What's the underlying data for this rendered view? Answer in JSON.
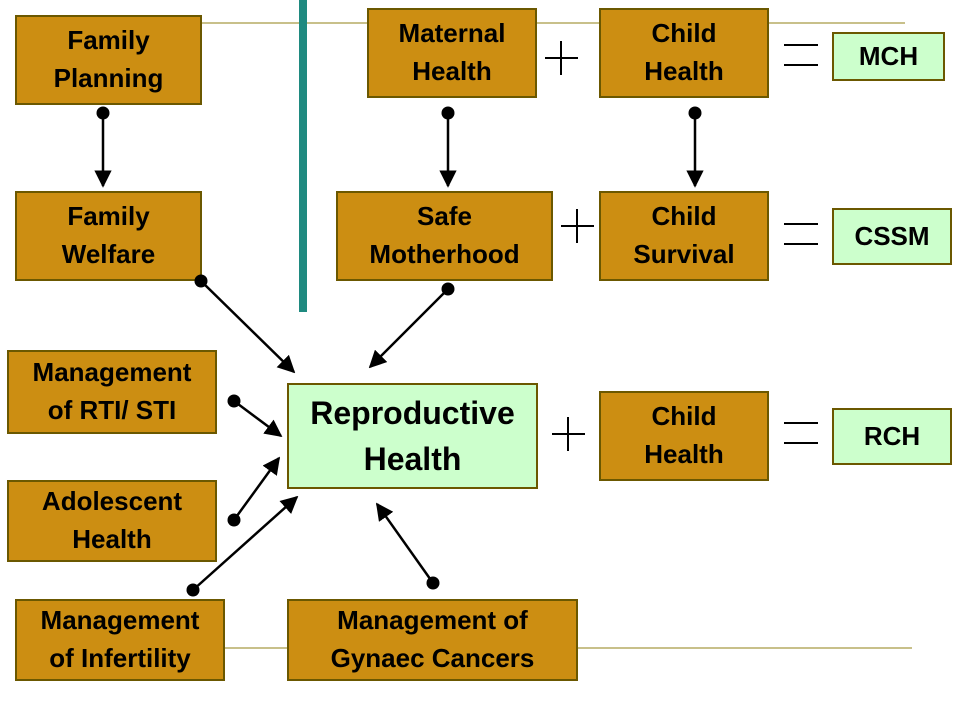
{
  "nodes": {
    "family_planning": [
      "Family",
      "Planning"
    ],
    "maternal_health": [
      "Maternal",
      "Health"
    ],
    "child_health_top": [
      "Child",
      "Health"
    ],
    "mch": [
      "MCH"
    ],
    "family_welfare": [
      "Family",
      "Welfare"
    ],
    "safe_motherhood": [
      "Safe",
      "Motherhood"
    ],
    "child_survival": [
      "Child",
      "Survival"
    ],
    "cssm": [
      "CSSM"
    ],
    "rti_sti": [
      "Management",
      "of RTI/ STI"
    ],
    "reproductive_health": [
      "Reproductive",
      "Health"
    ],
    "child_health_rch": [
      "Child",
      "Health"
    ],
    "rch": [
      "RCH"
    ],
    "adolescent_health": [
      "Adolescent",
      "Health"
    ],
    "infertility": [
      "Management",
      "of Infertility"
    ],
    "gynaec_cancers": [
      "Management of",
      "Gynaec Cancers"
    ]
  },
  "colors": {
    "box_fill": "#cc8e12",
    "result_fill": "#ccffcc",
    "divider": "#1f8a80",
    "rule_line": "#c8c08a"
  }
}
